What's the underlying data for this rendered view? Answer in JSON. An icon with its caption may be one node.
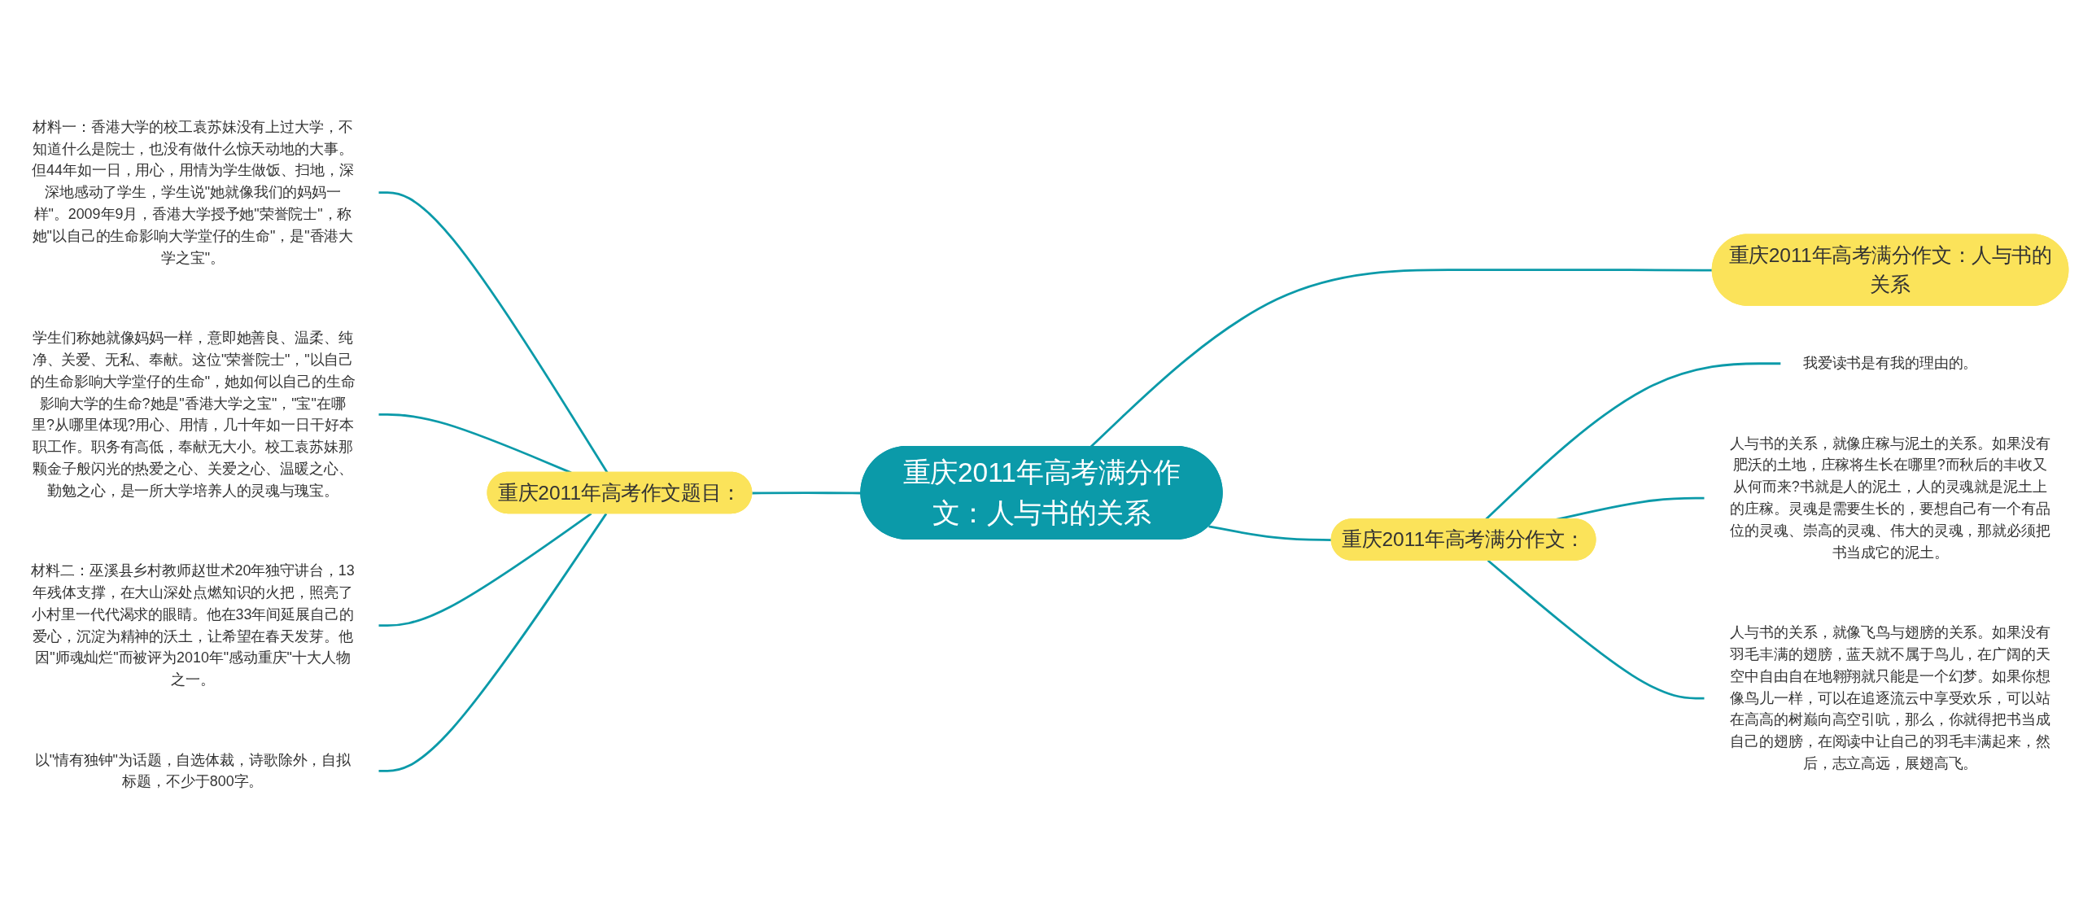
{
  "diagram": {
    "nodes": [
      {
        "text": [
          "重庆2011年高考满分作文：人与书的关系"
        ]
      },
      {
        "text": [
          "重庆2011年高考满分作文：人与书的关系"
        ]
      },
      {
        "text": [
          "重庆2011年高考满分作文："
        ]
      },
      {
        "text": [
          "我爱读书是有我的理由的。"
        ]
      },
      {
        "text": [
          "人与书的关系，就像庄稼与泥土的关系。如果没有肥沃的土地，庄稼将生长在哪里?而秋后的丰收又从何而来?书就是人的泥土，人的灵魂就是泥土上的庄稼。灵魂是需要生长的，要想自己有一个有品位的灵魂、崇高的灵魂、伟大的灵魂，那就必须把书当成它的泥土。"
        ]
      },
      {
        "text": [
          "人与书的关系，就像飞鸟与翅膀的关系。如果没有羽毛丰满的翅膀，蓝天就不属于鸟儿，在广阔的天空中自由自在地翱翔就只能是一个幻梦。如果你想像鸟儿一样，可以在追逐流云中享受欢乐，可以站在高高的树巅向高空引吭，那么，你就得把书当成自己的翅膀，在阅读中让自己的羽毛丰满起来，然后，志立高远，展翅高飞。"
        ]
      },
      {
        "text": [
          "重庆2011年高考作文题目："
        ]
      },
      {
        "text": [
          "材料一：香港大学的校工袁苏妹没有上过大学，不知道什么是院士，也没有做什么惊天动地的大事。但44年如一日，用心，用情为学生做饭、扫地，深深地感动了学生，学生说\"她就像我们的妈妈一样\"。2009年9月，香港大学授予她\"荣誉院士\"，称她\"以自己的生命影响大学堂仔的生命\"，是\"香港大学之宝\"。"
        ]
      },
      {
        "text": [
          "学生们称她就像妈妈一样，意即她善良、温柔、纯净、关爱、无私、奉献。这位\"荣誉院士\"，\"以自己的生命影响大学堂仔的生命\"，她如何以自己的生命影响大学的生命?她是\"香港大学之宝\"，\"宝\"在哪里?从哪里体现?用心、用情，几十年如一日干好本职工作。职务有高低，奉献无大小。校工袁苏妹那颗金子般闪光的热爱之心、关爱之心、温暖之心、勤勉之心，是一所大学培养人的灵魂与瑰宝。"
        ]
      },
      {
        "text": [
          "材料二：巫溪县乡村教师赵世术20年独守讲台，13年残体支撑，在大山深处点燃知识的火把，照亮了小村里一代代渴求的眼睛。他在33年间延展自己的爱心，沉淀为精神的沃土，让希望在春天发芽。他因\"师魂灿烂\"而被评为2010年\"感动重庆\"十大人物之一。"
        ]
      },
      {
        "text": [
          "以\"情有独钟\"为话题，自选体裁，诗歌除外，自拟标题，不少于800字。"
        ]
      }
    ],
    "edges": [
      {
        "from": 0,
        "to": 1,
        "arrow": "none"
      },
      {
        "from": 0,
        "to": 2,
        "arrow": "none"
      },
      {
        "from": 2,
        "to": 3,
        "arrow": "none"
      },
      {
        "from": 2,
        "to": 4,
        "arrow": "none"
      },
      {
        "from": 2,
        "to": 5,
        "arrow": "none"
      },
      {
        "from": 6,
        "to": 0,
        "arrow": "none"
      },
      {
        "from": 7,
        "to": 6,
        "arrow": "none"
      },
      {
        "from": 8,
        "to": 6,
        "arrow": "none"
      },
      {
        "from": 9,
        "to": 6,
        "arrow": "none"
      },
      {
        "from": 10,
        "to": 6,
        "arrow": "none"
      }
    ]
  }
}
